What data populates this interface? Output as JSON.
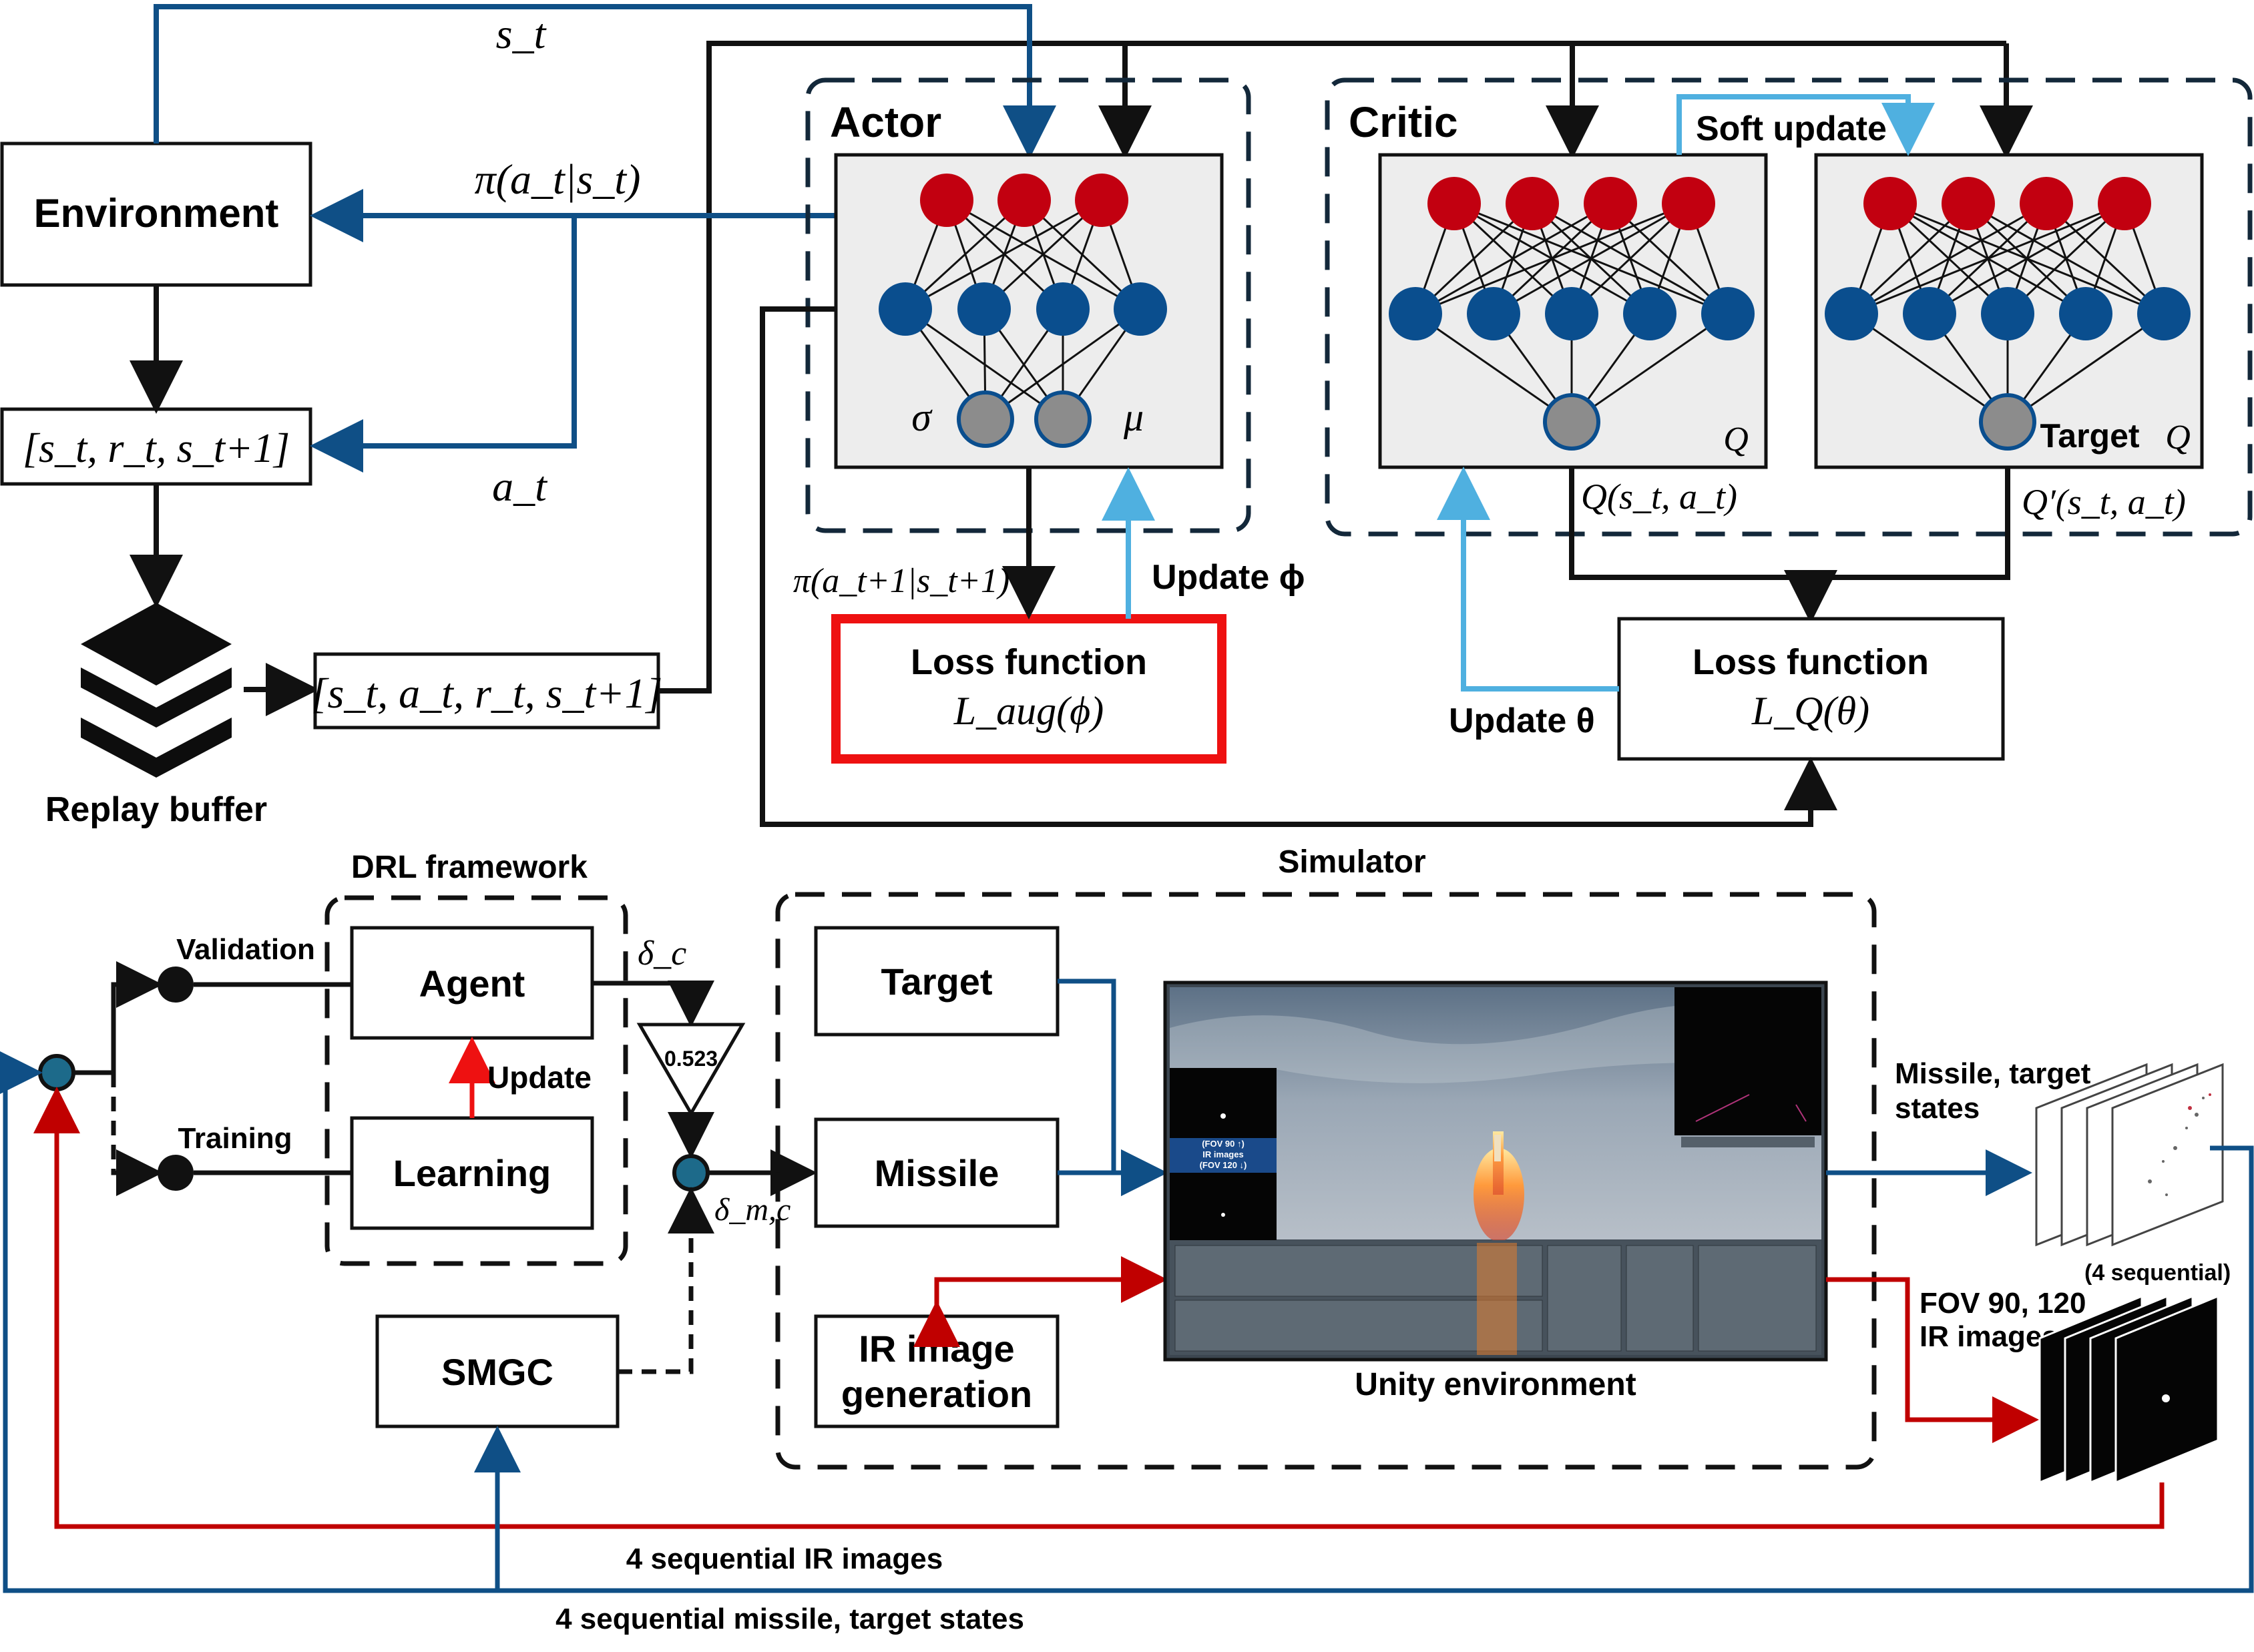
{
  "colors": {
    "black": "#111111",
    "blue": "#0f4f86",
    "light_blue": "#4fb0e0",
    "red": "#c00000",
    "bright_red": "#ee1111",
    "node_red": "#c20010",
    "node_blue": "#0a4e8e",
    "node_gray": "#8c8c8c",
    "panel_gray": "#ededed"
  },
  "top": {
    "environment": "Environment",
    "replay_buffer": "Replay buffer",
    "transition_short": "[s_t, r_t, s_t+1]",
    "transition_full": "[s_t, a_t, r_t, s_t+1]",
    "state_label": "s_t",
    "policy_label": "π(a_t|s_t)",
    "action_label": "a_t",
    "actor": "Actor",
    "critic": "Critic",
    "soft_update": "Soft update",
    "sigma": "σ",
    "mu": "μ",
    "q_label": "Q",
    "target_q_word": "Target",
    "target_q_symbol": "Q",
    "q_value": "Q(s_t, a_t)",
    "q_prime_value": "Q′(s_t, a_t)",
    "next_policy": "π(a_t+1|s_t+1)",
    "update_phi": "Update ϕ",
    "update_theta": "Update θ",
    "loss_actor_title": "Loss function",
    "loss_actor_formula": "L_aug(ϕ)",
    "loss_critic_title": "Loss function",
    "loss_critic_formula": "L_Q(θ)"
  },
  "bottom": {
    "drl_framework": "DRL framework",
    "simulator": "Simulator",
    "validation": "Validation",
    "training": "Training",
    "agent": "Agent",
    "learning": "Learning",
    "update": "Update",
    "delta_c": "δ_c",
    "gain": "0.523",
    "delta_mc": "δ_m,c",
    "smgc": "SMGC",
    "target": "Target",
    "missile": "Missile",
    "ir_gen_line1": "IR image",
    "ir_gen_line2": "generation",
    "unity": "Unity environment",
    "unity_overlay": [
      "(FOV 90 ↑)",
      "IR images",
      "(FOV 120 ↓)"
    ],
    "states_line1": "Missile, target",
    "states_line2": "states",
    "fov_line1": "FOV 90, 120",
    "fov_line2": "IR images",
    "sequential": "(4 sequential)",
    "feedback_ir": "4 sequential IR images",
    "feedback_states": "4 sequential missile, target states"
  }
}
